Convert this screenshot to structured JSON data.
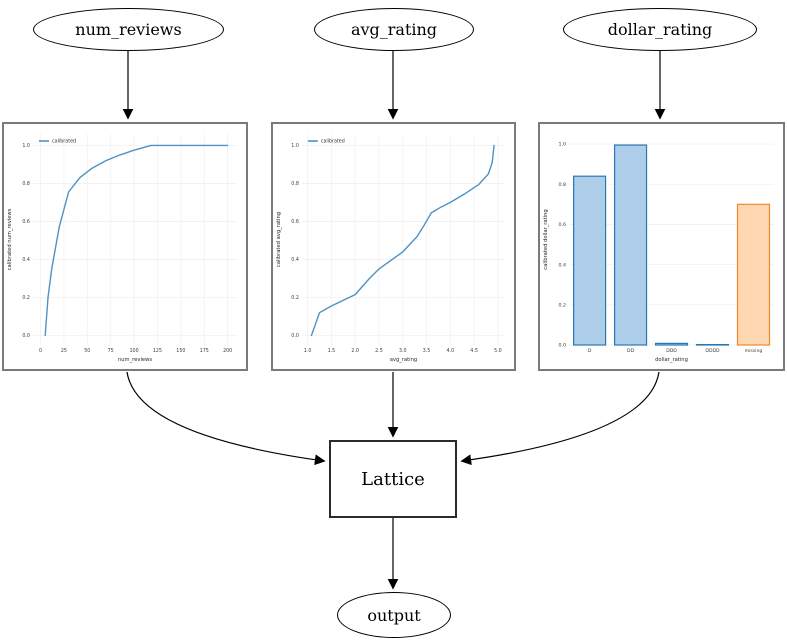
{
  "diagram": {
    "nodes": {
      "num_reviews": {
        "label": "num_reviews",
        "shape": "ellipse"
      },
      "avg_rating": {
        "label": "avg_rating",
        "shape": "ellipse"
      },
      "dollar_rating": {
        "label": "dollar_rating",
        "shape": "ellipse"
      },
      "lattice": {
        "label": "Lattice",
        "shape": "box"
      },
      "output": {
        "label": "output",
        "shape": "ellipse"
      }
    },
    "edges": [
      {
        "from": "num_reviews",
        "to": "num_reviews_calibration_plot"
      },
      {
        "from": "avg_rating",
        "to": "avg_rating_calibration_plot"
      },
      {
        "from": "dollar_rating",
        "to": "dollar_rating_calibration_plot"
      },
      {
        "from": "num_reviews_calibration_plot",
        "to": "lattice"
      },
      {
        "from": "avg_rating_calibration_plot",
        "to": "lattice"
      },
      {
        "from": "dollar_rating_calibration_plot",
        "to": "lattice"
      },
      {
        "from": "lattice",
        "to": "output"
      }
    ]
  },
  "colors": {
    "line_blue": "#4c92c6",
    "bar_blue_fill": "#aecde8",
    "bar_blue_edge": "#2878b4",
    "bar_orange_fill": "#fdd8b0",
    "bar_orange_edge": "#f1882f",
    "grid": "#f1f1f1",
    "plot_border": "#7a7a7a",
    "edge_black": "#000000"
  },
  "chart_data": [
    {
      "type": "line",
      "title": "",
      "xlabel": "num_reviews",
      "ylabel": "calibrated num_reviews",
      "legend": [
        "calibrated"
      ],
      "legend_position": "upper left",
      "grid": true,
      "xlim": [
        -8,
        210
      ],
      "ylim": [
        -0.05,
        1.06
      ],
      "xticks": {
        "values": [
          0,
          25,
          50,
          75,
          100,
          125,
          150,
          175,
          200
        ],
        "labels": [
          "0",
          "25",
          "50",
          "75",
          "100",
          "125",
          "150",
          "175",
          "200"
        ]
      },
      "yticks": {
        "values": [
          0,
          0.2,
          0.4,
          0.6,
          0.8,
          1.0
        ],
        "labels": [
          "0.0",
          "0.2",
          "0.4",
          "0.6",
          "0.8",
          "1.0"
        ]
      },
      "series": [
        {
          "name": "calibrated",
          "x": [
            5,
            8,
            12,
            20,
            30,
            42,
            55,
            70,
            85,
            100,
            118,
            200
          ],
          "y": [
            0.0,
            0.2,
            0.35,
            0.57,
            0.755,
            0.83,
            0.88,
            0.92,
            0.95,
            0.975,
            1.0,
            1.0
          ]
        }
      ]
    },
    {
      "type": "line",
      "title": "",
      "xlabel": "avg_rating",
      "ylabel": "calibrated avg_rating",
      "legend": [
        "calibrated"
      ],
      "legend_position": "upper left",
      "grid": true,
      "xlim": [
        0.88,
        5.15
      ],
      "ylim": [
        -0.05,
        1.06
      ],
      "xticks": {
        "values": [
          1,
          1.5,
          2,
          2.5,
          3,
          3.5,
          4,
          4.5,
          5
        ],
        "labels": [
          "1.0",
          "1.5",
          "2.0",
          "2.5",
          "3.0",
          "3.5",
          "4.0",
          "4.5",
          "5.0"
        ]
      },
      "yticks": {
        "values": [
          0,
          0.2,
          0.4,
          0.6,
          0.8,
          1.0
        ],
        "labels": [
          "0.0",
          "0.2",
          "0.4",
          "0.6",
          "0.8",
          "1.0"
        ]
      },
      "series": [
        {
          "name": "calibrated",
          "x": [
            1.08,
            1.25,
            1.5,
            2.0,
            2.3,
            2.5,
            3.0,
            3.3,
            3.45,
            3.6,
            3.8,
            4.0,
            4.3,
            4.6,
            4.8,
            4.88,
            4.92
          ],
          "y": [
            0.0,
            0.12,
            0.155,
            0.215,
            0.3,
            0.35,
            0.44,
            0.52,
            0.58,
            0.645,
            0.675,
            0.7,
            0.745,
            0.795,
            0.85,
            0.91,
            1.0
          ]
        }
      ]
    },
    {
      "type": "bar",
      "title": "",
      "xlabel": "dollar_rating",
      "ylabel": "calibrated dollar_rating",
      "grid": true,
      "categories": [
        "D",
        "DD",
        "DDD",
        "DDDD",
        "missing"
      ],
      "values": [
        0.84,
        0.995,
        0.008,
        0.002,
        0.7
      ],
      "bar_colors": [
        "blue",
        "blue",
        "blue",
        "blue",
        "orange"
      ],
      "ylim": [
        0,
        1.05
      ],
      "yticks": {
        "values": [
          0,
          0.2,
          0.4,
          0.6,
          0.8,
          1.0
        ],
        "labels": [
          "0.0",
          "0.2",
          "0.4",
          "0.6",
          "0.8",
          "1.0"
        ]
      }
    }
  ]
}
